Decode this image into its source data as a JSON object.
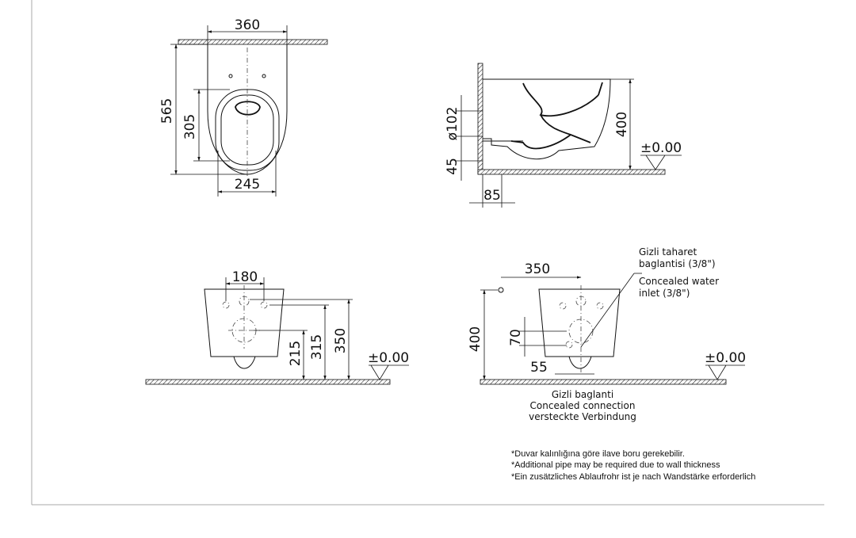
{
  "colors": {
    "line": "#111111",
    "frame": "#aaaaaa",
    "background": "#ffffff"
  },
  "top_view": {
    "width_label": "360",
    "length_label": "565",
    "seat_opening_label": "305",
    "bottom_width_label": "245"
  },
  "side_view": {
    "pipe_diameter_label": "ø102",
    "height_label": "400",
    "outlet_height_label": "45",
    "outlet_distance_label": "85",
    "level_label": "±0.00"
  },
  "front_view": {
    "spacing_label": "180",
    "dim_215": "215",
    "dim_315": "315",
    "dim_350": "350",
    "level_label": "±0.00"
  },
  "rear_view": {
    "spacing_label": "350",
    "height_label": "400",
    "dim_70": "70",
    "dim_55": "55",
    "level_label": "±0.00",
    "callout_tr_line1": "Gizli taharet",
    "callout_tr_line2": "baglantisi (3/8\")",
    "callout_en_line1": "Concealed water",
    "callout_en_line2": "inlet (3/8\")",
    "connection_tr": "Gizli baglanti",
    "connection_en": "Concealed connection",
    "connection_de": "versteckte Verbindung"
  },
  "notes": {
    "tr": "*Duvar kalınlığına göre ilave boru gerekebilir.",
    "en": "*Additional pipe may be required due to wall thickness",
    "de": "*Ein zusätzliches Ablaufrohr ist je nach Wandstärke erforderlich"
  }
}
